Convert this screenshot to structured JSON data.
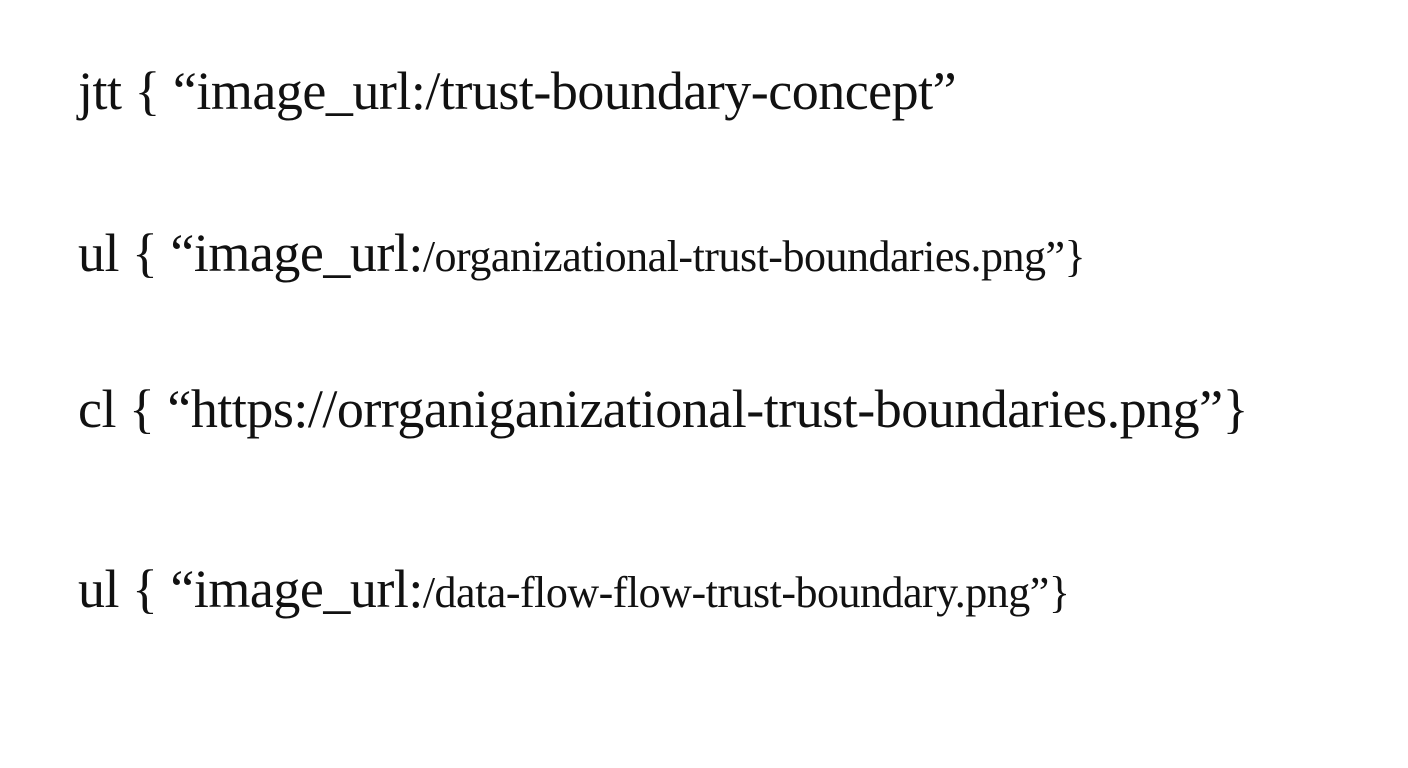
{
  "lines": [
    {
      "prefix": "jtt { “image_url:/trust-boundary-concept”",
      "suffix": ""
    },
    {
      "prefix": "ul { “image_url:",
      "suffix": "/organizational-trust-boundaries.png”}"
    },
    {
      "prefix": "cl { “https://orrganiganizational-trust-boundaries.png”}",
      "suffix": ""
    },
    {
      "prefix": "ul { “image_url:",
      "suffix": "/data-flow-flow-trust-boundary.png”}"
    }
  ],
  "colors": {
    "background": "#ffffff",
    "text": "#111111"
  }
}
